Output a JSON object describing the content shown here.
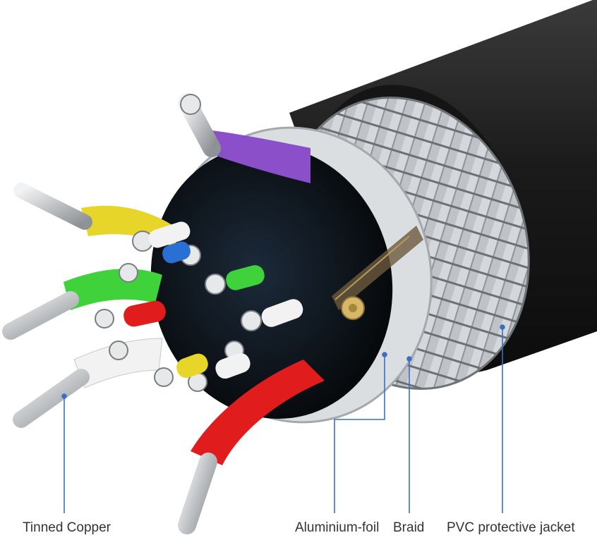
{
  "labels": {
    "tinned_copper": "Tinned Copper",
    "aluminium_foil": "Aluminium-foil",
    "braid": "Braid",
    "pvc_jacket": "PVC protective jacket"
  },
  "colors": {
    "leader_line": "#3a6fc4",
    "jacket": "#1c1c1c",
    "braid": "#b8bcc0",
    "foil": "#d9dde0",
    "copper_tinned": "#c9ccd0",
    "drain_wire": "#c8a55a",
    "insulation": [
      "#8b4fc9",
      "#e8d52a",
      "#2a6fd4",
      "#3fd23a",
      "#e01c1c",
      "#f2f2f2"
    ]
  }
}
